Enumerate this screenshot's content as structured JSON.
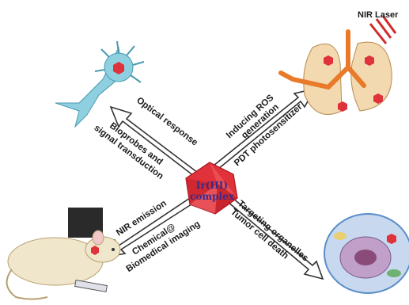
{
  "center": {
    "line1": "Ir(III)",
    "line2": "complex"
  },
  "nir_laser_label": "NIR Laser",
  "arrows": {
    "top_left": {
      "line1": "Optical response",
      "line2": "Bioprobes and",
      "line3": "signal transduction"
    },
    "top_right": {
      "line1": "Inducing ROS",
      "line2": "generation",
      "line3": "PDT photosensitizer"
    },
    "bottom_left": {
      "line1": "NIR emission",
      "line2": "Chemical@",
      "line3": "Biomedical imaging"
    },
    "bottom_right": {
      "line1": "Targeting organelles",
      "line2": "Tumor cell death"
    }
  },
  "colors": {
    "arrow_fill": "#ffffff",
    "arrow_stroke": "#333333",
    "center_fill": "#e0323a",
    "center_text": "#3a2a8a",
    "neuron": "#8ed0e0",
    "lung": "#f2d9b0",
    "trachea": "#e87a2a",
    "mouse": "#f0e6cc",
    "cell": "#5a8ec8",
    "laser": "#d02a2a"
  }
}
